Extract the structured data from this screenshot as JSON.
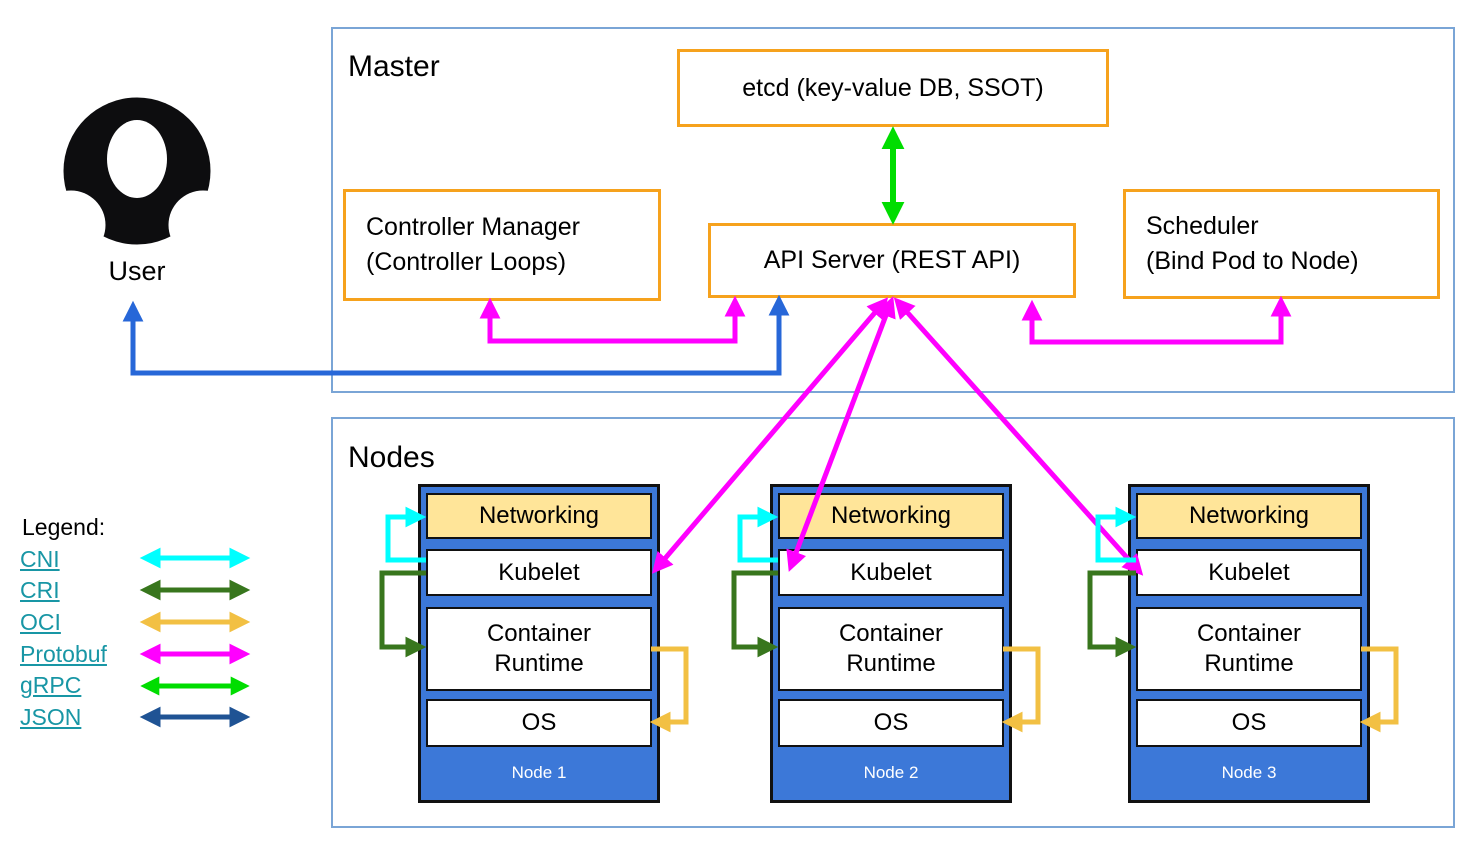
{
  "master": {
    "title": "Master",
    "etcd": "etcd (key-value DB, SSOT)",
    "controller_manager": [
      "Controller Manager",
      "(Controller Loops)"
    ],
    "api_server": "API Server (REST API)",
    "scheduler": [
      "Scheduler",
      "(Bind Pod to Node)"
    ]
  },
  "nodes_section": {
    "title": "Nodes",
    "nodes": [
      {
        "name": "Node 1",
        "layers": {
          "networking": "Networking",
          "kubelet": "Kubelet",
          "container_runtime": "Container Runtime",
          "os": "OS"
        }
      },
      {
        "name": "Node 2",
        "layers": {
          "networking": "Networking",
          "kubelet": "Kubelet",
          "container_runtime": "Container Runtime",
          "os": "OS"
        }
      },
      {
        "name": "Node 3",
        "layers": {
          "networking": "Networking",
          "kubelet": "Kubelet",
          "container_runtime": "Container Runtime",
          "os": "OS"
        }
      }
    ]
  },
  "user": {
    "label": "User"
  },
  "legend": {
    "title": "Legend:",
    "items": [
      {
        "label": "CNI"
      },
      {
        "label": "CRI"
      },
      {
        "label": "OCI"
      },
      {
        "label": "Protobuf"
      },
      {
        "label": "gRPC"
      },
      {
        "label": "JSON"
      }
    ]
  },
  "colors": {
    "cni": "#00ffff",
    "cri": "#38761d",
    "oci": "#f2c043",
    "protobuf": "#ff00ff",
    "grpc": "#00dd00",
    "json": "#1f5394",
    "user_json_arrow": "#2767d8",
    "box_border_orange": "#f6a21d",
    "section_border_blue": "#7aa5d6",
    "node_fill_blue": "#3c78d8",
    "networking_fill": "#ffe599"
  }
}
